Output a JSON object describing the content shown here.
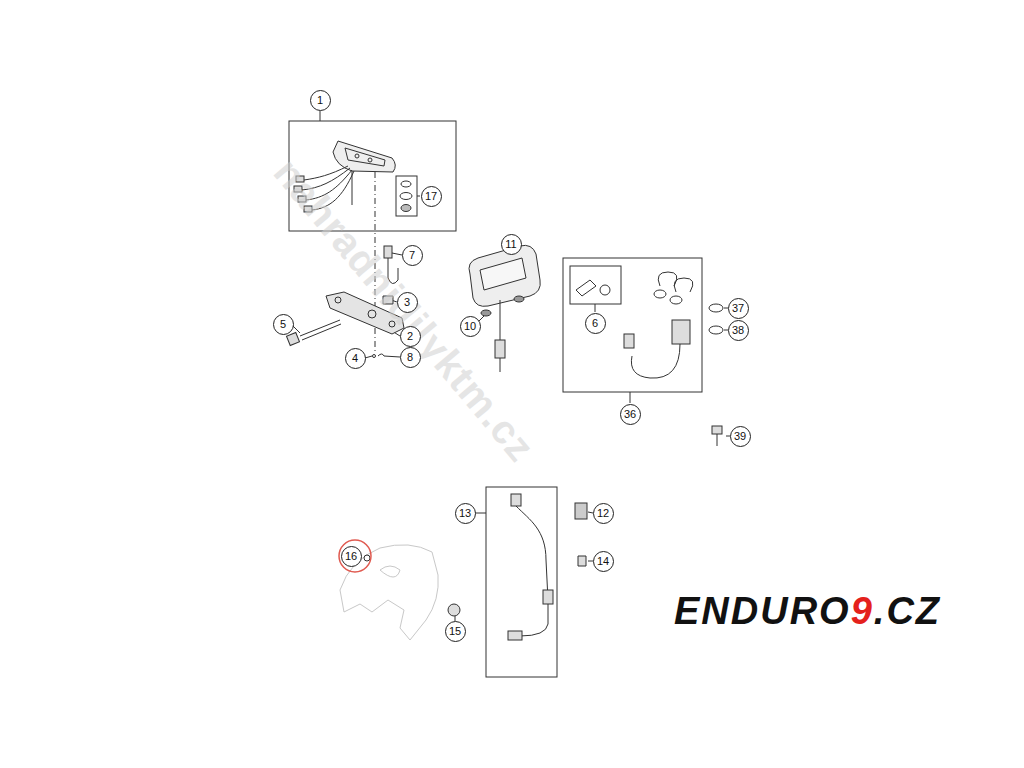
{
  "diagram": {
    "nodes": [
      {
        "text": [
          "1"
        ]
      },
      {
        "text": [
          "17"
        ]
      },
      {
        "text": [
          "11"
        ]
      },
      {
        "text": [
          "7"
        ]
      },
      {
        "text": [
          "3"
        ]
      },
      {
        "text": [
          "37"
        ]
      },
      {
        "text": [
          "6"
        ]
      },
      {
        "text": [
          "5"
        ]
      },
      {
        "text": [
          "10"
        ]
      },
      {
        "text": [
          "38"
        ]
      },
      {
        "text": [
          "2"
        ]
      },
      {
        "text": [
          "4"
        ]
      },
      {
        "text": [
          "8"
        ]
      },
      {
        "text": [
          "36"
        ]
      },
      {
        "text": [
          "39"
        ]
      },
      {
        "text": [
          "13"
        ]
      },
      {
        "text": [
          "12"
        ]
      },
      {
        "text": [
          "16"
        ]
      },
      {
        "text": [
          "14"
        ]
      },
      {
        "text": [
          "15"
        ]
      }
    ],
    "labels": [
      "nahradnidilyktm.cz",
      "ENDURO",
      "9",
      ".CZ"
    ]
  }
}
